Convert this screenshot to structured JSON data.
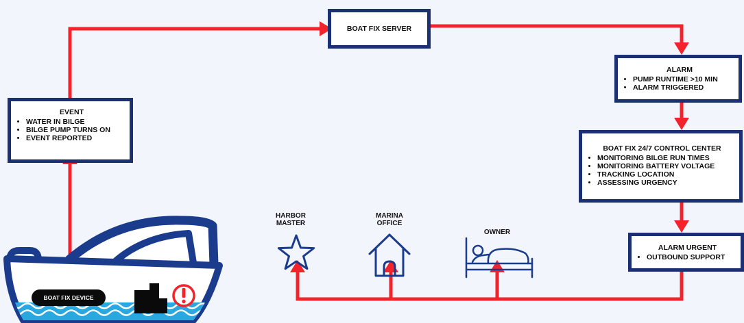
{
  "server": {
    "title": "BOAT FIX SERVER"
  },
  "event": {
    "title": "EVENT",
    "items": [
      "WATER IN BILGE",
      "BILGE PUMP TURNS ON",
      "EVENT REPORTED"
    ]
  },
  "alarm": {
    "title": "ALARM",
    "items": [
      "PUMP RUNTIME >10 MIN",
      "ALARM TRIGGERED"
    ]
  },
  "control_center": {
    "title": "BOAT FIX 24/7 CONTROL CENTER",
    "items": [
      "MONITORING BILGE RUN TIMES",
      "MONITORING BATTERY VOLTAGE",
      "TRACKING LOCATION",
      "ASSESSING URGENCY"
    ]
  },
  "alarm_urgent": {
    "title": "ALARM URGENT",
    "items": [
      "OUTBOUND SUPPORT"
    ]
  },
  "recipients": {
    "harbor_master": "HARBOR MASTER",
    "marina_office": "MARINA OFFICE",
    "owner": "OWNER"
  },
  "device": {
    "label": "BOAT FIX DEVICE"
  },
  "icons": [
    "star-icon",
    "house-icon",
    "bed-icon",
    "boat-icon",
    "alert-icon"
  ],
  "colors": {
    "arrow": "#f2232a",
    "box_border": "#1b2f73",
    "icon_blue": "#1b3c8c",
    "water": "#29a8e0",
    "background": "#f2f5fc"
  }
}
